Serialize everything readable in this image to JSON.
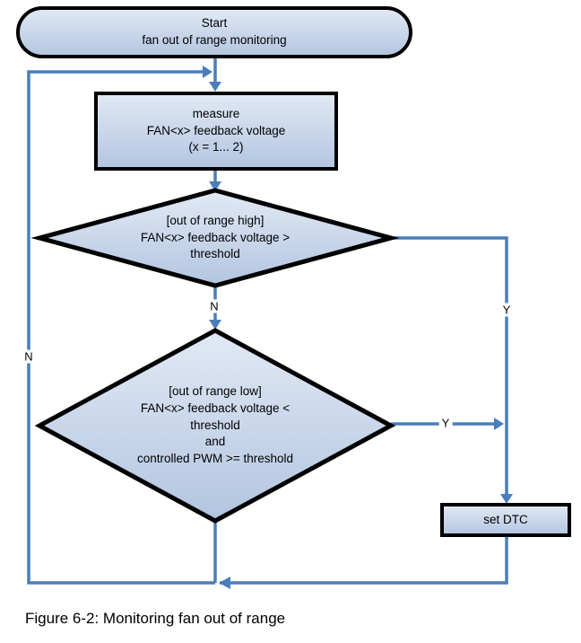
{
  "colors": {
    "connector": "#4a7ebb",
    "fill_top": "#e2e9f5",
    "fill_bottom": "#b2c5e0",
    "shape_border": "#000000",
    "text": "#000000"
  },
  "flowchart": {
    "nodes": {
      "start": "Start\nfan out of range monitoring",
      "measure": "measure\nFAN<x> feedback voltage\n(x = 1... 2)",
      "decision_high": "[out of range high]\nFAN<x> feedback voltage >\nthreshold",
      "decision_low": "[out of range low]\nFAN<x> feedback voltage <\nthreshold\nand\ncontrolled PWM >= threshold",
      "set_dtc": "set DTC"
    },
    "edge_labels": {
      "high_no": "N",
      "high_yes": "Y",
      "low_yes": "Y",
      "loop_no": "N"
    },
    "caption": "Figure 6-2: Monitoring fan out of range"
  }
}
